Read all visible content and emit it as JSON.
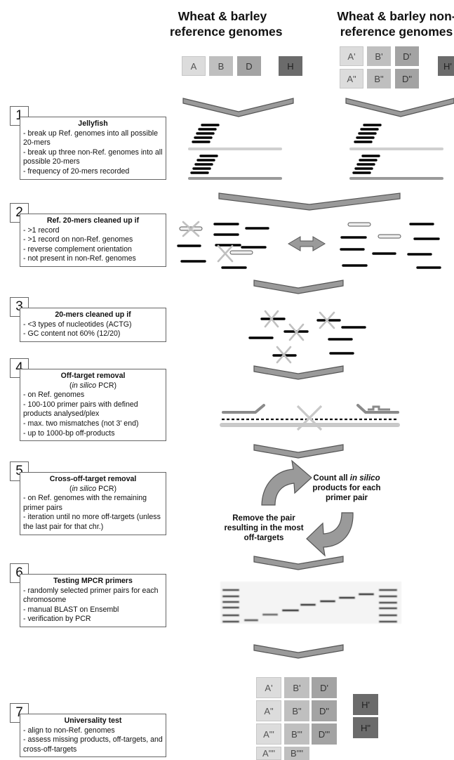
{
  "headers": {
    "ref": [
      "Wheat & barley",
      "reference genomes"
    ],
    "nonref": [
      "Wheat & barley non-",
      "reference genomes"
    ]
  },
  "genomes_top": {
    "ref": [
      "A",
      "B",
      "D",
      "H"
    ],
    "nonref": [
      "A'",
      "B'",
      "D'",
      "A\"",
      "B\"",
      "D\"",
      "H'"
    ]
  },
  "steps": [
    {
      "num": "1",
      "title": "Jellyfish",
      "items": [
        "- break up Ref. genomes into all possible 20-mers",
        "- break up three non-Ref. genomes into all possible 20-mers",
        "- frequency of 20-mers recorded"
      ]
    },
    {
      "num": "2",
      "title": "Ref. 20-mers cleaned up if",
      "items": [
        "- >1 record",
        "- >1 record on non-Ref. genomes",
        "- reverse complement orientation",
        "- not present in non-Ref. genomes"
      ]
    },
    {
      "num": "3",
      "title": "20-mers cleaned up if",
      "items": [
        "- <3 types of nucleotides (ACTG)",
        "- GC content not 60% (12/20)"
      ]
    },
    {
      "num": "4",
      "title": "Off-target removal",
      "sub": [
        "in silico",
        " PCR"
      ],
      "items": [
        "- on Ref. genomes",
        "- 100-100 primer pairs with defined products analysed/plex",
        "- max. two mismatches (not 3' end)",
        "- up to 1000-bp off-products"
      ]
    },
    {
      "num": "5",
      "title": "Cross-off-target removal",
      "sub": [
        "in silico",
        " PCR"
      ],
      "items": [
        "- on Ref. genomes with the remaining primer pairs",
        "- iteration until no more off-targets (unless the last pair for that chr.)"
      ]
    },
    {
      "num": "6",
      "title": "Testing MPCR primers",
      "items": [
        "- randomly selected primer pairs for each chromosome",
        "- manual BLAST on Ensembl",
        "- verification by PCR"
      ]
    },
    {
      "num": "7",
      "title": "Universality test",
      "items": [
        "- align to non-Ref. genomes",
        "- assess missing products, off-targets, and cross-off-targets"
      ]
    }
  ],
  "cycle": {
    "count": [
      "Count all ",
      "in silico",
      " products for each primer pair"
    ],
    "remove": [
      "Remove the pair resulting in the most off-targets"
    ]
  },
  "genomes_bottom": {
    "grid": [
      "A'",
      "B'",
      "D'",
      "A\"",
      "B\"",
      "D\"",
      "A\"'",
      "B\"'",
      "D\"'",
      "A\"\"",
      "B\"\""
    ],
    "h": [
      "H'",
      "H\""
    ]
  }
}
